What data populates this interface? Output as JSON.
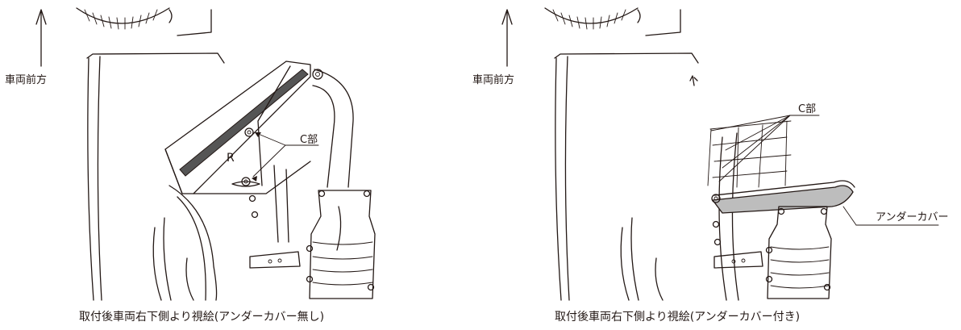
{
  "left_panel": {
    "direction_label": "車両前方",
    "callout_label": "C部",
    "side_letter": "R",
    "caption": "取付後車両右下側より視絵(アンダーカバー無し)"
  },
  "right_panel": {
    "direction_label": "車両前方",
    "callout_label": "C部",
    "part_label": "アンダーカバー",
    "caption": "取付後車両右下側より視絵(アンダーカバー付き)"
  }
}
